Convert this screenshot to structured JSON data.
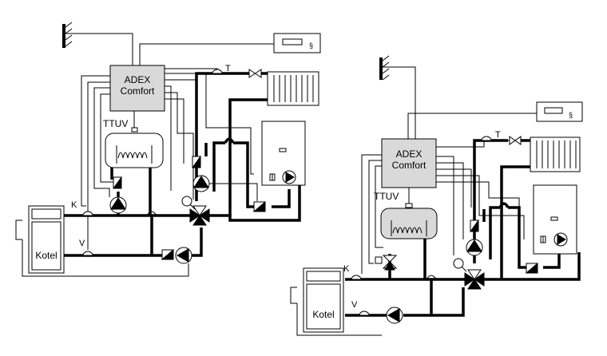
{
  "diagrams": [
    {
      "controller_line1": "ADEX",
      "controller_line2": "Comfort",
      "tank_label": "TTUV",
      "boiler_label": "Kotel",
      "sensor_k": "K",
      "sensor_v": "V",
      "sensor_t": "T"
    },
    {
      "controller_line1": "ADEX",
      "controller_line2": "Comfort",
      "tank_label": "TTUV",
      "boiler_label": "Kotel",
      "sensor_k": "K",
      "sensor_v": "V",
      "sensor_t": "T"
    }
  ],
  "icons": [
    "outdoor-sensor-icon",
    "room-unit-icon",
    "radiator-icon",
    "pump-icon",
    "mixing-valve-icon",
    "check-valve-icon",
    "wall-boiler-icon",
    "hot-water-tank-icon"
  ]
}
